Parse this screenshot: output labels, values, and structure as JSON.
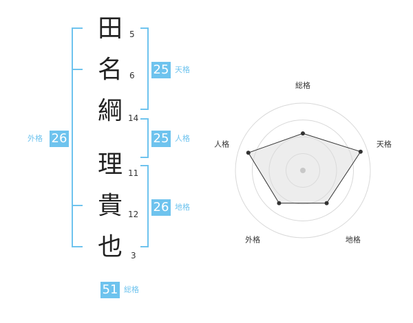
{
  "name": {
    "characters": [
      {
        "char": "田",
        "strokes": "5"
      },
      {
        "char": "名",
        "strokes": "6"
      },
      {
        "char": "綱",
        "strokes": "14"
      },
      {
        "char": "理",
        "strokes": "11"
      },
      {
        "char": "貴",
        "strokes": "12"
      },
      {
        "char": "也",
        "strokes": "3"
      }
    ]
  },
  "kakusu": {
    "tenkaku": {
      "label": "天格",
      "value": "25"
    },
    "jinkaku": {
      "label": "人格",
      "value": "25"
    },
    "chikaku": {
      "label": "地格",
      "value": "26"
    },
    "gaikaku": {
      "label": "外格",
      "value": "26"
    },
    "soukaku": {
      "label": "総格",
      "value": "51"
    }
  },
  "radar": {
    "axes": [
      "総格",
      "天格",
      "地格",
      "外格",
      "人格"
    ],
    "levels": [
      0.55,
      0.9,
      0.6,
      0.6,
      0.85
    ],
    "rings": 4
  },
  "colors": {
    "accent": "#6ec3ee",
    "text": "#222222"
  }
}
